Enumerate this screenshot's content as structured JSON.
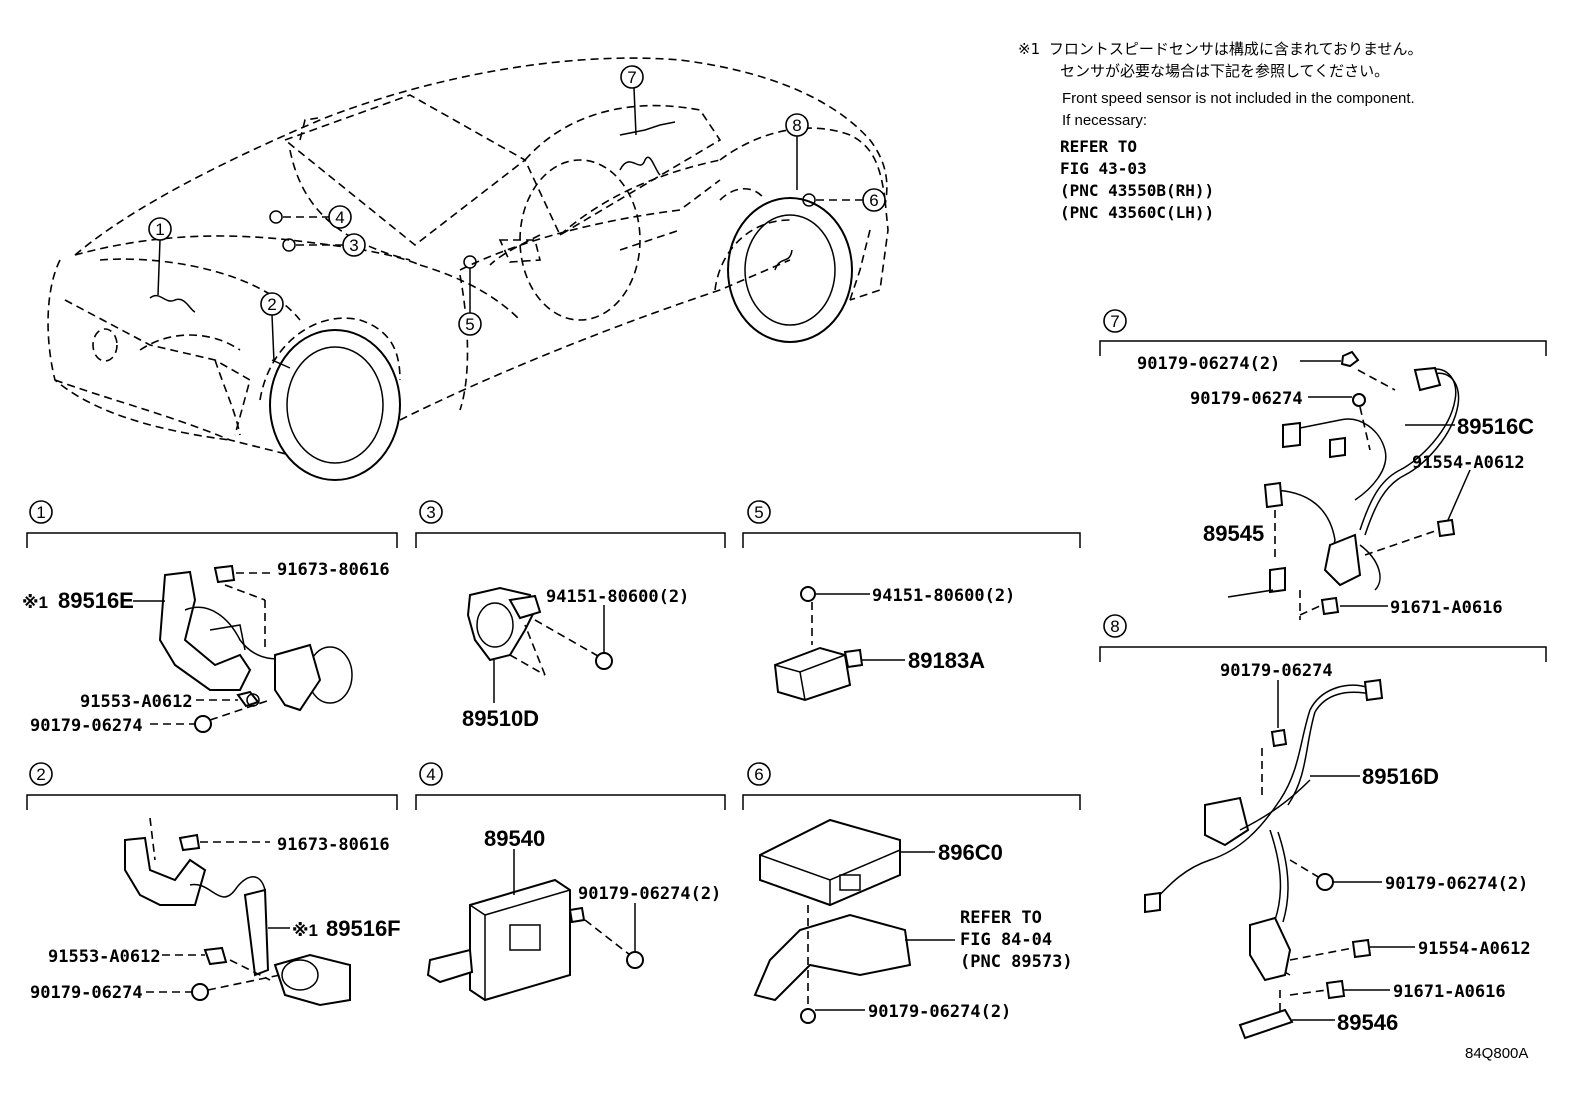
{
  "note": {
    "mark": "※1",
    "jp_line1": "フロントスピードセンサは構成に含まれておりません。",
    "jp_line2": "センサが必要な場合は下記を参照してください。",
    "en_line1": "Front speed sensor is not included in the component.",
    "en_line2": "If necessary:",
    "ref_line1": "REFER TO",
    "ref_line2": "FIG 43-03",
    "ref_line3": "(PNC 43550B(RH))",
    "ref_line4": "(PNC 43560C(LH))"
  },
  "callouts": [
    "1",
    "2",
    "3",
    "4",
    "5",
    "6",
    "7",
    "8"
  ],
  "sections": {
    "s1": {
      "num": "1",
      "main_mark": "※1",
      "main": "89516E",
      "bolt_top": "91673-80616",
      "bolt_mid": "91553-A0612",
      "nut": "90179-06274"
    },
    "s2": {
      "num": "2",
      "main_mark": "※1",
      "main": "89516F",
      "bolt_top": "91673-80616",
      "bolt_mid": "91553-A0612",
      "nut": "90179-06274"
    },
    "s3": {
      "num": "3",
      "main": "89510D",
      "nut": "94151-80600(2)"
    },
    "s4": {
      "num": "4",
      "main": "89540",
      "nut": "90179-06274(2)"
    },
    "s5": {
      "num": "5",
      "main": "89183A",
      "nut": "94151-80600(2)"
    },
    "s6": {
      "num": "6",
      "main": "896C0",
      "nut": "90179-06274(2)",
      "ref1": "REFER TO",
      "ref2": "FIG 84-04",
      "ref3": "(PNC 89573)"
    },
    "s7": {
      "num": "7",
      "nut1": "90179-06274(2)",
      "nut2": "90179-06274",
      "main": "89516C",
      "bolt1": "91554-A0612",
      "sensor": "89545",
      "bolt2": "91671-A0616"
    },
    "s8": {
      "num": "8",
      "nut1": "90179-06274",
      "main": "89516D",
      "nut2": "90179-06274(2)",
      "bolt1": "91554-A0612",
      "bolt2": "91671-A0616",
      "sensor": "89546"
    }
  },
  "figure_code": "84Q800A"
}
